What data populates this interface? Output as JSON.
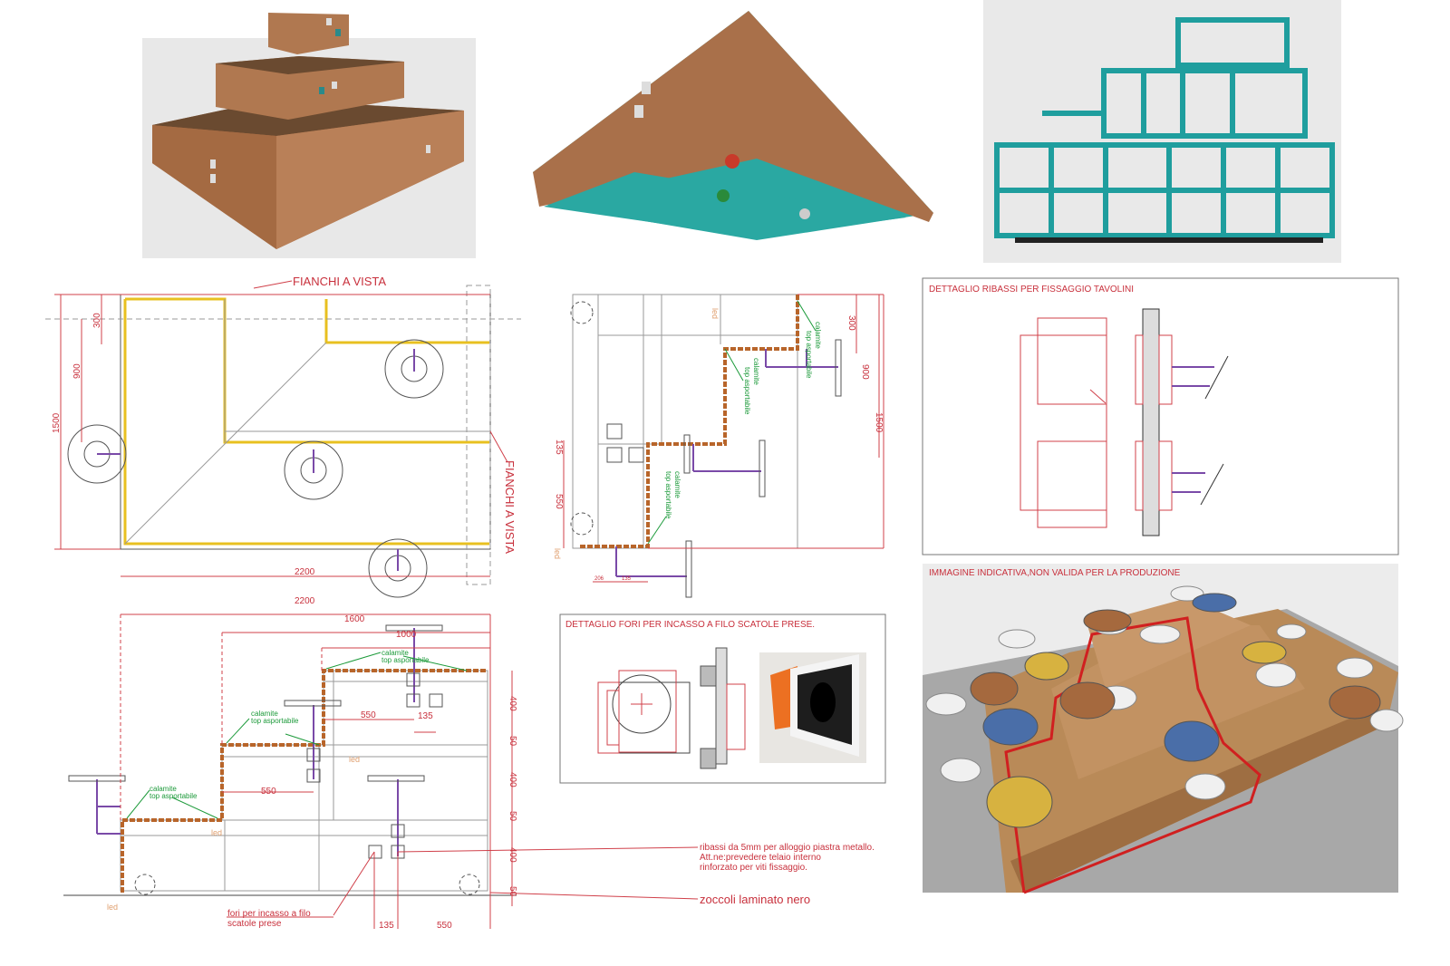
{
  "plan_view": {
    "label_top": "FIANCHI  A  VISTA",
    "label_side": "FIANCHI  A  VISTA",
    "dims": {
      "d300": "300",
      "d900": "900",
      "d1500": "1500",
      "d2200": "2200"
    }
  },
  "side_section": {
    "dims": {
      "d300": "300",
      "d900": "900",
      "d1500": "1500",
      "d135": "135",
      "d550": "550",
      "d206": "206",
      "d135b": "135"
    },
    "magnet_label_1": "calamite",
    "magnet_label_2": "top  asportabile",
    "led": "led"
  },
  "elevation": {
    "dims": {
      "d2200": "2200",
      "d1600": "1600",
      "d1000": "1000",
      "d550a": "550",
      "d135a": "135",
      "d550b": "550",
      "d400a": "400",
      "d50a": "50",
      "d400b": "400",
      "d50b": "50",
      "d400c": "400",
      "d50c": "50",
      "d135b": "135",
      "d550c": "550"
    },
    "magnet_label_1": "calamite",
    "magnet_label_2": "top  asportabile",
    "led": "led",
    "holes_note_1": "fori  per  incasso  a  filo",
    "holes_note_2": "scatole  prese"
  },
  "notes": {
    "recess_1": "ribassi  da  5mm  per  alloggio  piastra  metallo.",
    "recess_2": "Att.ne:prevedere  telaio  interno",
    "recess_3": "rinforzato  per  viti  fissaggio.",
    "plinth": "zoccoli  laminato  nero"
  },
  "detail_table_fixing": {
    "title": "DETTAGLIO  RIBASSI  PER  FISSAGGIO  TAVOLINI"
  },
  "detail_socket_holes": {
    "title": "DETTAGLIO  FORI  PER  INCASSO  A  FILO  SCATOLE  PRESE."
  },
  "render_indicative": {
    "title": "IMMAGINE  INDICATIVA,NON  VALIDA  PER  LA  PRODUZIONE"
  },
  "colors": {
    "dimension": "#c8303c",
    "frame_teal": "#1f9e9e",
    "wood": "#b07a4e",
    "magnet_note": "#1c9a3a"
  }
}
